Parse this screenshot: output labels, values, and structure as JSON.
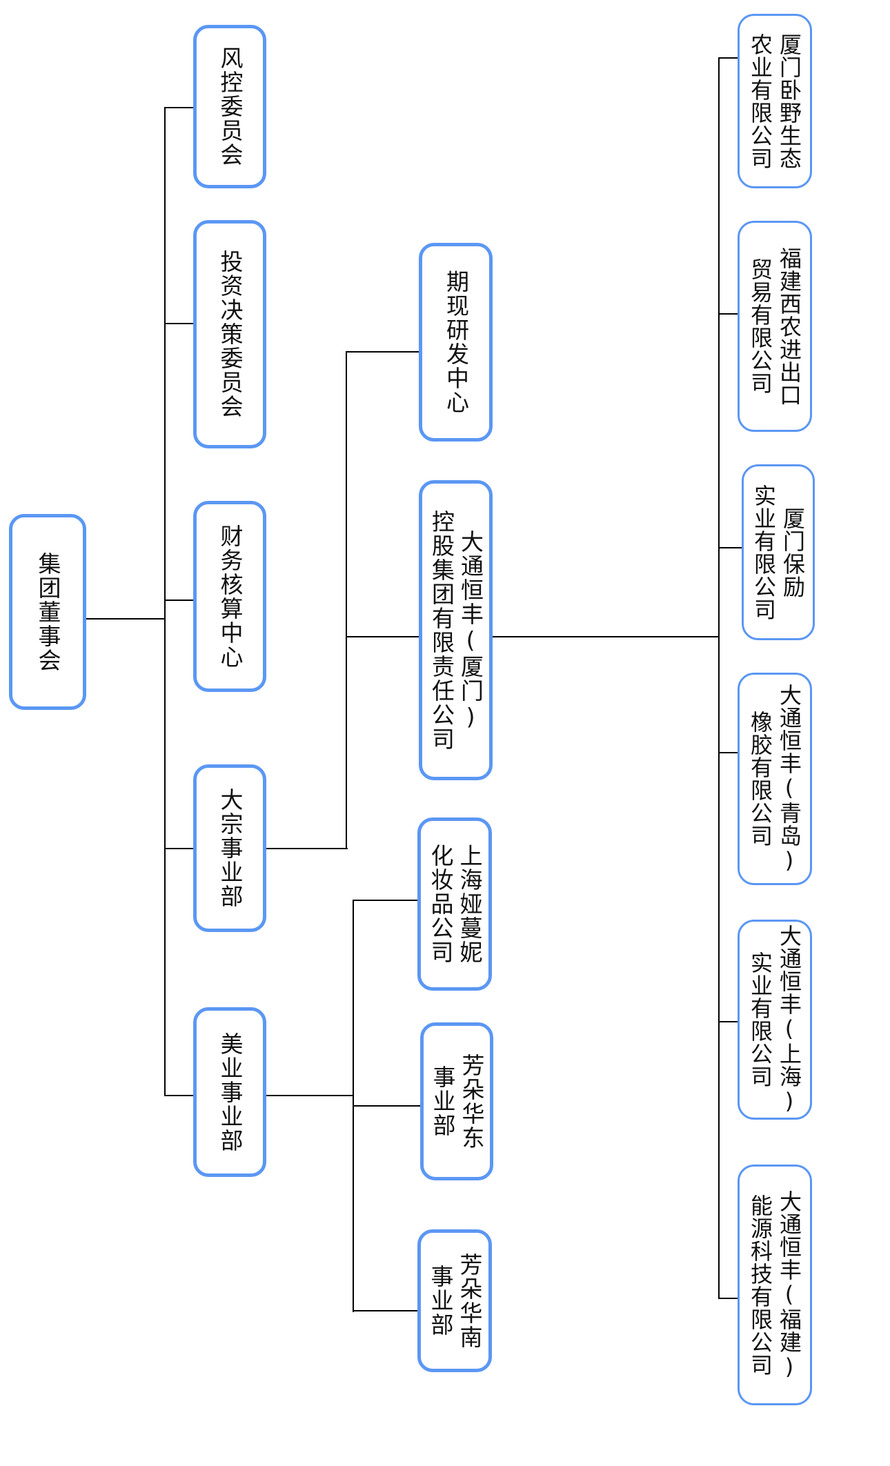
{
  "chart": {
    "root": {
      "label": "集团董事会"
    },
    "level1": [
      {
        "label": "风控委员会"
      },
      {
        "label": "投资决策委员会"
      },
      {
        "label": "财务核算中心"
      },
      {
        "label": "大宗事业部"
      },
      {
        "label": "美业事业部"
      }
    ],
    "dazong_children": [
      {
        "lines": [
          "期现研发中心"
        ]
      },
      {
        "lines": [
          "大通恒丰(厦门)",
          "控股集团有限责任公司"
        ]
      }
    ],
    "meiye_children": [
      {
        "lines": [
          "上海娅蔓妮",
          "化妆品公司"
        ]
      },
      {
        "lines": [
          "芳朵华东",
          "事业部"
        ]
      },
      {
        "lines": [
          "芳朵华南",
          "事业部"
        ]
      }
    ],
    "datong_children": [
      {
        "lines": [
          "厦门卧野生态",
          "农业有限公司"
        ]
      },
      {
        "lines": [
          "福建西农进出口",
          "贸易有限公司"
        ]
      },
      {
        "lines": [
          "厦门保励",
          "实业有限公司"
        ]
      },
      {
        "lines": [
          "大通恒丰(青岛)",
          "橡胶有限公司"
        ]
      },
      {
        "lines": [
          "大通恒丰(上海)",
          "实业有限公司"
        ]
      },
      {
        "lines": [
          "大通恒丰(福建)",
          "能源科技有限公司"
        ]
      }
    ]
  },
  "colors": {
    "box_border": "#5b97f3",
    "connector": "#000000"
  }
}
